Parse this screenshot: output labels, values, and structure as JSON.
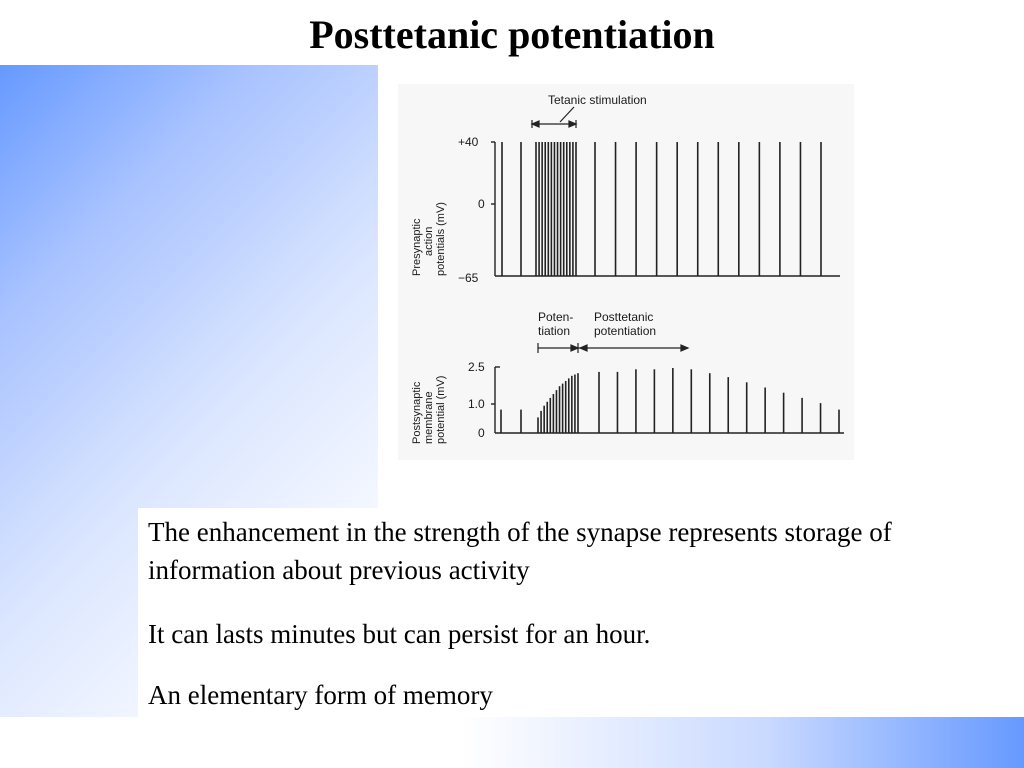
{
  "slide": {
    "title": "Posttetanic potentiation",
    "paragraphs": [
      "The enhancement in the strength of the synapse represents storage of information about previous activity",
      "It can lasts minutes but can persist for an hour.",
      "An elementary form of memory"
    ]
  },
  "figure": {
    "top_panel": {
      "annotation": "Tetanic stimulation",
      "ylabel_lines": [
        "Presynaptic",
        "action",
        "potentials (mV)"
      ],
      "ticks": [
        "+40",
        "0",
        "−65"
      ]
    },
    "bottom_panel": {
      "annotation_1_lines": [
        "Poten-",
        "tiation"
      ],
      "annotation_2_lines": [
        "Posttetanic",
        "potentiation"
      ],
      "ylabel_lines": [
        "Postsynaptic",
        "membrane",
        "potential (mV)"
      ],
      "ticks": [
        "2.5",
        "1.0",
        "0"
      ]
    }
  },
  "chart_data": {
    "type": "line",
    "title": "",
    "series": [
      {
        "values": [
          {
            "phase": "before",
            "count": 2,
            "peak_mV": 40
          },
          {
            "phase": "tetanic",
            "count": 14,
            "peak_mV": 40
          },
          {
            "phase": "after",
            "count": 12,
            "peak_mV": 40
          }
        ]
      },
      {
        "values": [
          0.9,
          0.9,
          0.6,
          0.85,
          1.05,
          1.2,
          1.35,
          1.5,
          1.65,
          1.8,
          1.9,
          2.0,
          2.1,
          2.2,
          2.25,
          2.3,
          2.35,
          2.35,
          2.45,
          2.45,
          2.5,
          2.45,
          2.3,
          2.15,
          1.95,
          1.75,
          1.55,
          1.35,
          1.15,
          0.9
        ]
      }
    ],
    "top_ylim": [
      -65,
      40
    ],
    "bottom_ylim": [
      0,
      2.5
    ]
  }
}
